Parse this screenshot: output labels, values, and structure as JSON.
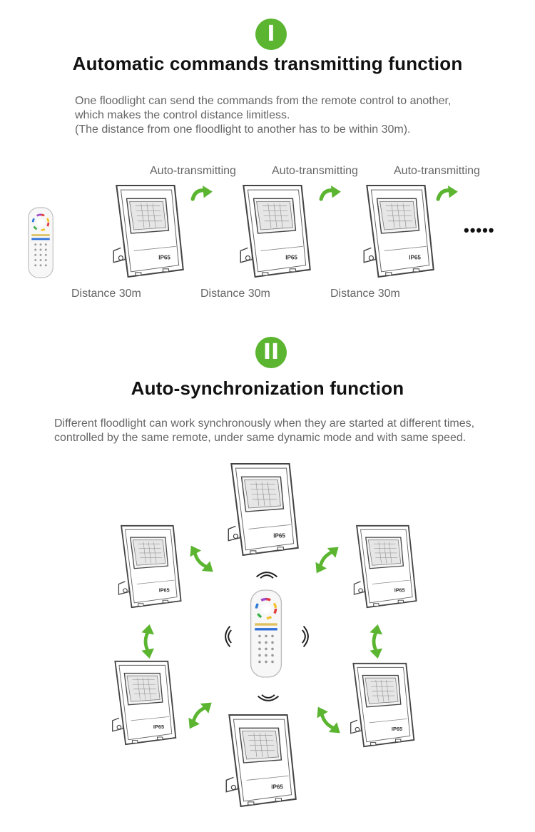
{
  "section1": {
    "badge": "I",
    "title": "Automatic commands transmitting function",
    "description": [
      "One floodlight can send the commands from the remote control to another,",
      "which makes the control distance limitless.",
      "(The distance from one floodlight to another has to be within 30m)."
    ],
    "auto_labels": [
      "Auto-transmitting",
      "Auto-transmitting",
      "Auto-transmitting"
    ],
    "distance_labels": [
      "Distance 30m",
      "Distance 30m",
      "Distance 30m"
    ],
    "continuation": "•••••"
  },
  "section2": {
    "badge": "II",
    "title": "Auto-synchronization function",
    "description": [
      "Different floodlight can work synchronously when they are started at different times,",
      "controlled by the same remote, under same dynamic mode and with same speed."
    ]
  },
  "product": {
    "rating": "IP65"
  },
  "colors": {
    "accent_green": "#5cb531",
    "outline": "#444444"
  }
}
